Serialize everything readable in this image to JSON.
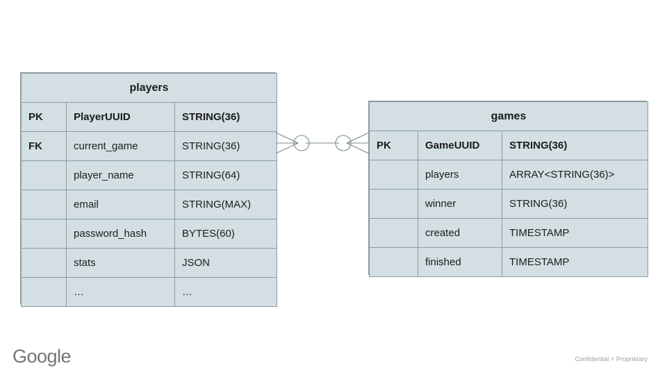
{
  "slide": {
    "background_color": "#ffffff",
    "entity_fill_color": "#d3dfe3",
    "entity_border_color": "#8d9b9d",
    "connector_color": "#7a8a8c"
  },
  "players_entity": {
    "title": "players",
    "rows": [
      {
        "key": "PK",
        "name": "PlayerUUID",
        "type": "STRING(36)",
        "bold": true
      },
      {
        "key": "FK",
        "name": "current_game",
        "type": "STRING(36)",
        "bold": false
      },
      {
        "key": "",
        "name": "player_name",
        "type": "STRING(64)",
        "bold": false
      },
      {
        "key": "",
        "name": "email",
        "type": "STRING(MAX)",
        "bold": false
      },
      {
        "key": "",
        "name": "password_hash",
        "type": "BYTES(60)",
        "bold": false
      },
      {
        "key": "",
        "name": "stats",
        "type": "JSON",
        "bold": false
      },
      {
        "key": "",
        "name": "…",
        "type": "…",
        "bold": false
      }
    ]
  },
  "games_entity": {
    "title": "games",
    "rows": [
      {
        "key": "PK",
        "name": "GameUUID",
        "type": "STRING(36)",
        "bold": true
      },
      {
        "key": "",
        "name": "players",
        "type": "ARRAY<STRING(36)>",
        "bold": false
      },
      {
        "key": "",
        "name": "winner",
        "type": "STRING(36)",
        "bold": false
      },
      {
        "key": "",
        "name": "created",
        "type": "TIMESTAMP",
        "bold": false
      },
      {
        "key": "",
        "name": "finished",
        "type": "TIMESTAMP",
        "bold": false
      }
    ]
  },
  "relationship": {
    "notation": "crows-foot",
    "left_end": "zero-or-many",
    "right_end": "zero-or-many",
    "from_entity": "players",
    "to_entity": "games"
  },
  "footer": {
    "logo_text": "Google",
    "confidential_note": "Confidential + Proprietary"
  }
}
